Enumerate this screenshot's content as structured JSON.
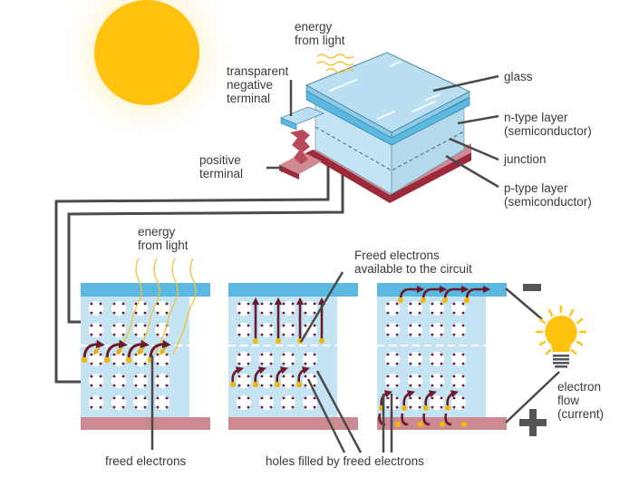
{
  "title": "How a solar cell works",
  "colors": {
    "sun": "#ffc20e",
    "glass": "#b9dff0",
    "n_layer": "#5bb8e0",
    "body": "#c4e3f3",
    "p_layer": "#cd8a92",
    "p_layer_dark": "#9c2a3a",
    "electron": "#f5b800",
    "arrow": "#6b1a2a",
    "light_wave": "#f2c230",
    "wire": "#4a4a4a",
    "text": "#3a3a3a"
  },
  "top_diagram": {
    "energy_label": "energy\nfrom light",
    "transparent_negative_terminal": "transparent\nnegative\nterminal",
    "positive_terminal": "positive\nterminal",
    "glass": "glass",
    "n_type_layer": "n-type layer\n(semiconductor)",
    "junction": "junction",
    "p_type_layer": "p-type layer\n(semiconductor)"
  },
  "panels": [
    {
      "name": "light-absorption",
      "energy_label": "energy\nfrom light",
      "callout": "freed electrons"
    },
    {
      "name": "electron-separation",
      "callout_top": "Freed electrons\navailable to the circuit"
    },
    {
      "name": "current-flow"
    }
  ],
  "bottom_labels": {
    "freed_electrons": "freed electrons",
    "holes_filled": "holes filled by freed electrons"
  },
  "circuit": {
    "minus_sign": "negative-terminal-symbol",
    "plus_sign": "positive-terminal-symbol",
    "bulb": "lightbulb-icon",
    "electron_flow": "electron\nflow\n(current)"
  }
}
